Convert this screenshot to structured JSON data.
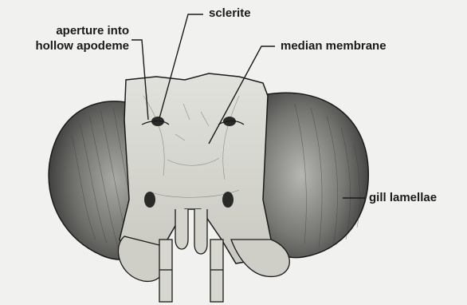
{
  "labels": {
    "sclerite": "sclerite",
    "aperture_line1": "aperture into",
    "aperture_line2": "hollow apodeme",
    "median_membrane": "median membrane",
    "gill_lamellae": "gill lamellae"
  },
  "colors": {
    "background": "#f1f1ef",
    "ink": "#1a1a1a",
    "gill_fill": "#7d7d7d",
    "body_fill": "#d9d9d3"
  }
}
